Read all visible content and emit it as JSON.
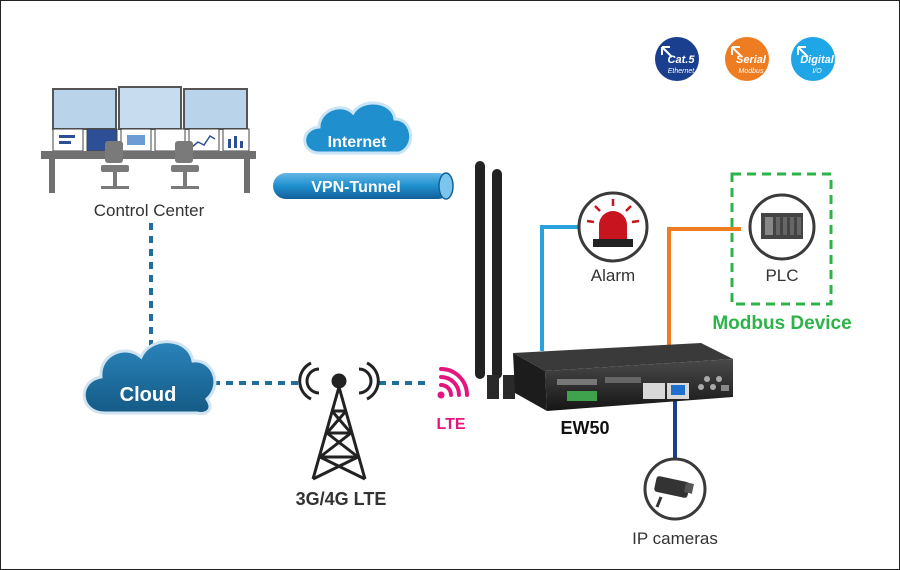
{
  "labels": {
    "control_center": "Control Center",
    "internet": "Internet",
    "vpn_tunnel": "VPN-Tunnel",
    "cloud": "Cloud",
    "tower": "3G/4G LTE",
    "lte": "LTE",
    "device": "EW50",
    "alarm": "Alarm",
    "plc": "PLC",
    "modbus_device": "Modbus Device",
    "ip_cameras": "IP cameras"
  },
  "badges": [
    {
      "title": "Cat.5",
      "sub": "Ethernet",
      "color": "#1b3f8f"
    },
    {
      "title": "Serial",
      "sub": "Modbus",
      "color": "#ee7d22"
    },
    {
      "title": "Digital",
      "sub": "I/O",
      "color": "#1ea6e6"
    }
  ],
  "colors": {
    "dotted_link": "#1f6f9a",
    "alarm_link": "#2aa0dd",
    "plc_link": "#ee7d22",
    "camera_link": "#1b3f8f",
    "modbus_green": "#2db34a",
    "lte_pink": "#e4157f",
    "cloud_blue": "#1a6b9c",
    "internet_blue": "#1f8fce"
  }
}
